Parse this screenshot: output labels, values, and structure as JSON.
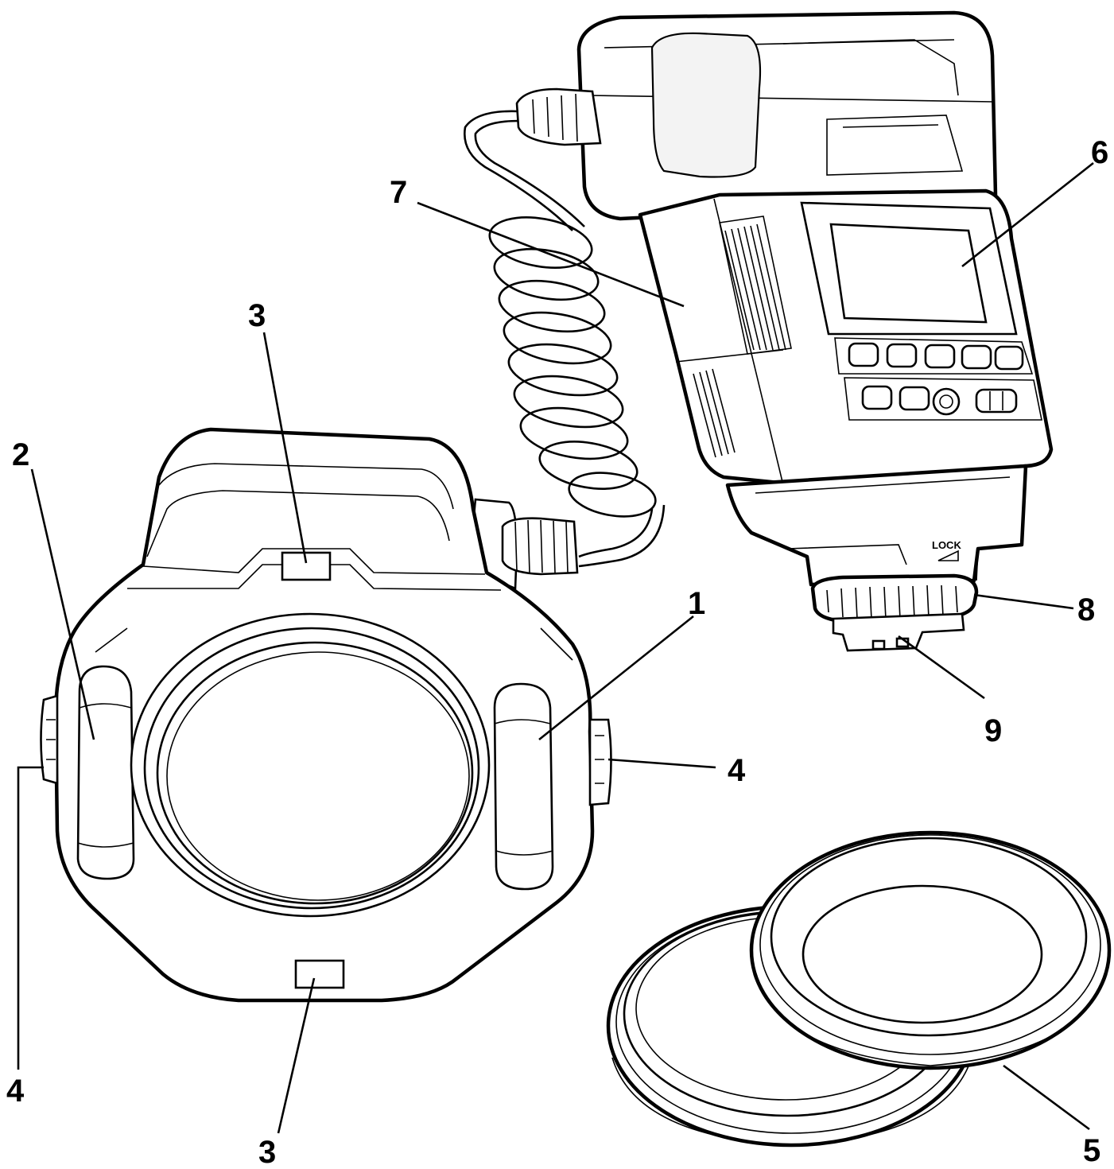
{
  "callouts": [
    {
      "id": "1",
      "label": "1"
    },
    {
      "id": "2",
      "label": "2"
    },
    {
      "id": "3a",
      "label": "3"
    },
    {
      "id": "3b",
      "label": "3"
    },
    {
      "id": "4a",
      "label": "4"
    },
    {
      "id": "4b",
      "label": "4"
    },
    {
      "id": "5",
      "label": "5"
    },
    {
      "id": "6",
      "label": "6"
    },
    {
      "id": "7",
      "label": "7"
    },
    {
      "id": "8",
      "label": "8"
    },
    {
      "id": "9",
      "label": "9"
    }
  ],
  "lock_text": "LOCK"
}
